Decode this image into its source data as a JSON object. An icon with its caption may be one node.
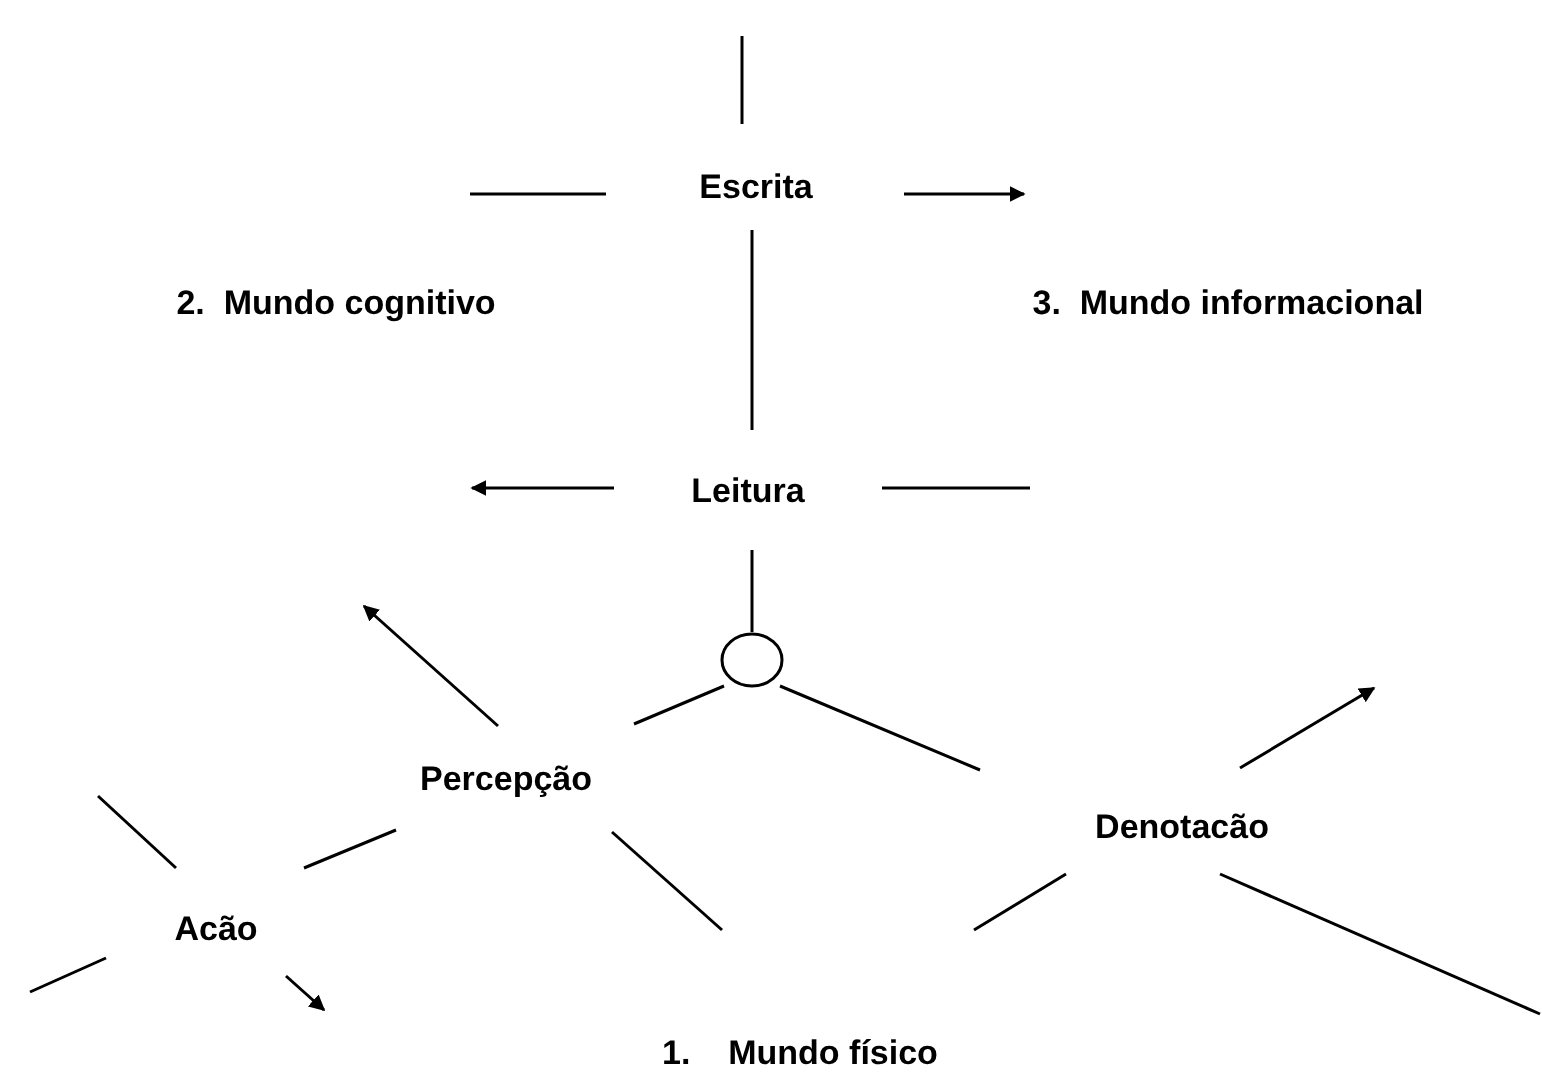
{
  "diagram": {
    "labels": [
      "Escrita",
      "2.  Mundo cognitivo",
      "3.  Mundo informacional",
      "Leitura",
      "Percepção",
      "Denotacão",
      "Acão",
      "1.    Mundo físico"
    ]
  }
}
